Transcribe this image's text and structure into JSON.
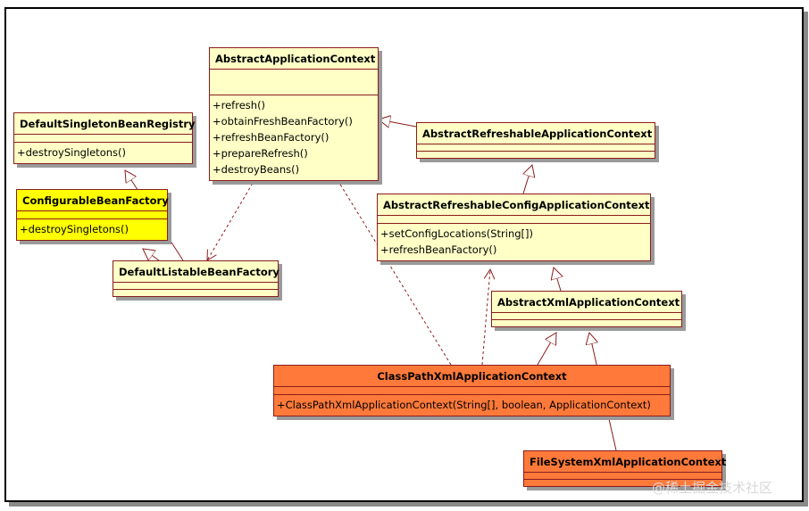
{
  "classes": {
    "aac": {
      "name": "AbstractApplicationContext",
      "methods": [
        "+refresh()",
        "+obtainFreshBeanFactory()",
        "+refreshBeanFactory()",
        "+prepareRefresh()",
        "+destroyBeans()"
      ]
    },
    "dsbr": {
      "name": "DefaultSingletonBeanRegistry",
      "methods": [
        "+destroySingletons()"
      ]
    },
    "cbf": {
      "name": "ConfigurableBeanFactory",
      "methods": [
        "+destroySingletons()"
      ]
    },
    "dlbf": {
      "name": "DefaultListableBeanFactory"
    },
    "arac": {
      "name": "AbstractRefreshableApplicationContext"
    },
    "arcac": {
      "name": "AbstractRefreshableConfigApplicationContext",
      "methods": [
        "+setConfigLocations(String[])",
        "+refreshBeanFactory()"
      ]
    },
    "axac": {
      "name": "AbstractXmlApplicationContext"
    },
    "cpxac": {
      "name": "ClassPathXmlApplicationContext",
      "methods": [
        "+ClassPathXmlApplicationContext(String[], boolean, ApplicationContext)"
      ]
    },
    "fsxac": {
      "name": "FileSystemXmlApplicationContext"
    }
  },
  "colors": {
    "class_fill": "#ffffc6",
    "highlight_yellow": "#ffff00",
    "highlight_orange": "#ff7a3a",
    "line": "#8a1c1c"
  },
  "watermark": "@稀土掘金技术社区"
}
